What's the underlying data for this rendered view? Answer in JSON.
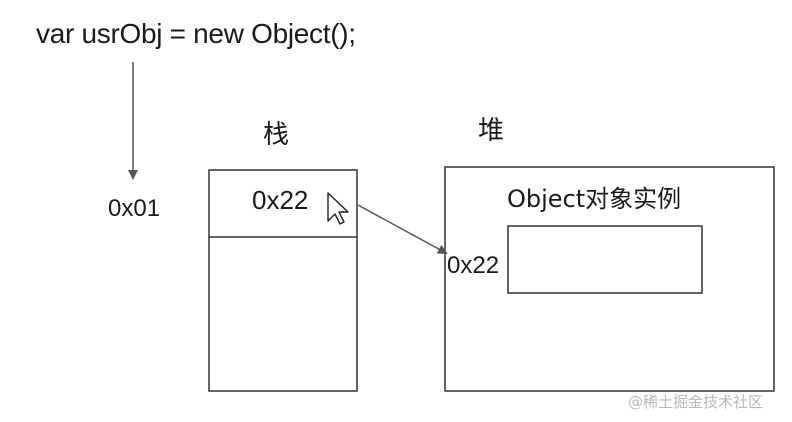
{
  "code": {
    "statement": "var  usrObj = new Object();"
  },
  "variable": {
    "address": "0x01"
  },
  "stack": {
    "label": "栈",
    "cell_value": "0x22"
  },
  "heap": {
    "label": "堆",
    "address": "0x22",
    "object_title": "Object对象实例"
  },
  "watermark": {
    "text": "@稀土掘金技术社区"
  },
  "colors": {
    "stroke": "#333333",
    "arrow": "#555555",
    "text": "#1a1a1a",
    "watermark": "#b8b8b8"
  }
}
